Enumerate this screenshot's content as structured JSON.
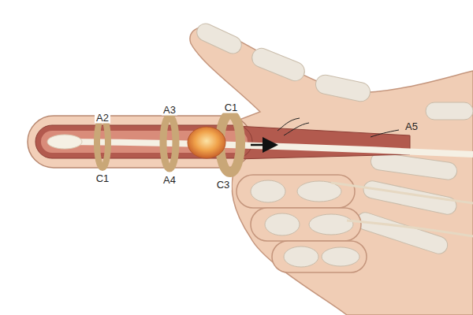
{
  "diagram": {
    "labels": [
      "A2",
      "C1",
      "A3",
      "A4",
      "C1",
      "C3",
      "A5"
    ]
  }
}
